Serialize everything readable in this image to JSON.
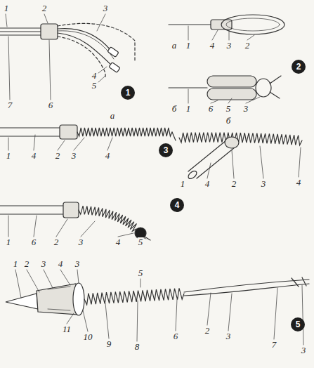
{
  "diagram": {
    "labels": [
      "1",
      "2",
      "3",
      "4",
      "5",
      "7",
      "6",
      "1",
      "а",
      "1",
      "4",
      "3",
      "2",
      "2",
      "б",
      "1",
      "6",
      "5",
      "3",
      "а",
      "1",
      "4",
      "2",
      "3",
      "4",
      "3",
      "б",
      "1",
      "4",
      "2",
      "3",
      "4",
      "1",
      "6",
      "2",
      "3",
      "4",
      "5",
      "4",
      "1",
      "2",
      "3",
      "4",
      "3",
      "5",
      "11",
      "10",
      "9",
      "8",
      "6",
      "2",
      "3",
      "7",
      "3",
      "5"
    ]
  }
}
